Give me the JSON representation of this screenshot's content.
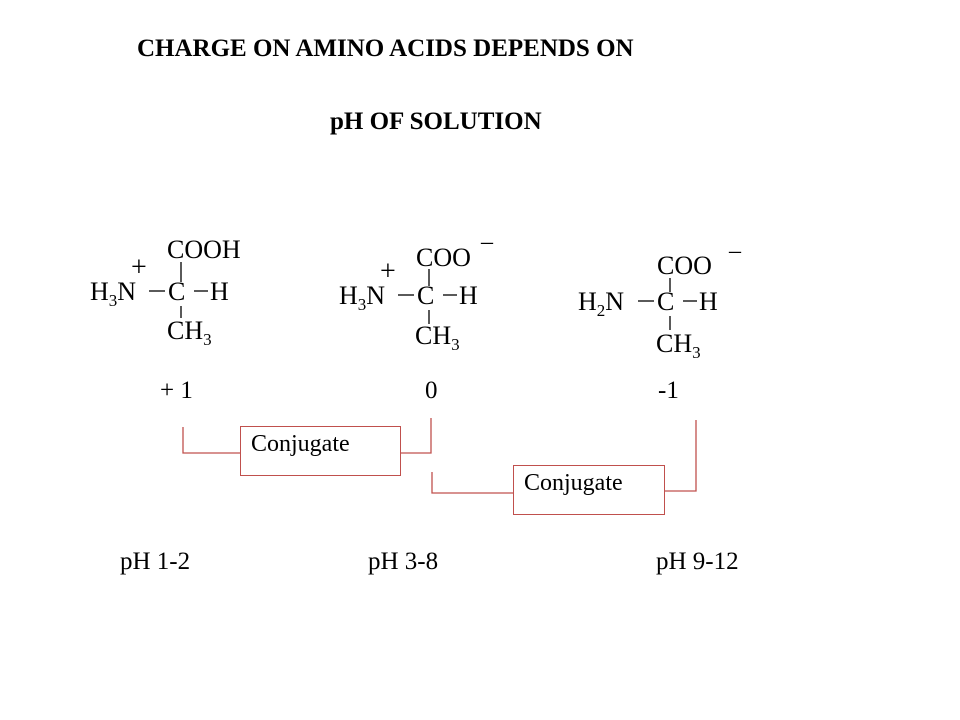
{
  "title": {
    "line1": "CHARGE ON AMINO ACIDS DEPENDS ON",
    "line2": "pH OF SOLUTION"
  },
  "structures": [
    {
      "top_group": "COOH",
      "amine_prefix": "H",
      "amine_sub": "3",
      "amine_atom": "N",
      "center": "C",
      "side_h": "H",
      "bottom_prefix": "CH",
      "bottom_sub": "3",
      "amine_charge": "+",
      "top_charge": "",
      "net_charge": "+ 1"
    },
    {
      "top_group": "COO",
      "amine_prefix": "H",
      "amine_sub": "3",
      "amine_atom": "N",
      "center": "C",
      "side_h": "H",
      "bottom_prefix": "CH",
      "bottom_sub": "3",
      "amine_charge": "+",
      "top_charge": "–",
      "net_charge": "0"
    },
    {
      "top_group": "COO",
      "amine_prefix": "H",
      "amine_sub": "2",
      "amine_atom": "N",
      "center": "C",
      "side_h": "H",
      "bottom_prefix": "CH",
      "bottom_sub": "3",
      "amine_charge": "",
      "top_charge": "–",
      "net_charge": "-1"
    }
  ],
  "conjugate_labels": [
    "Conjugate",
    "Conjugate"
  ],
  "ph_ranges": [
    "pH 1-2",
    "pH 3-8",
    "pH 9-12"
  ],
  "colors": {
    "connector": "#c0504d",
    "text": "#000000"
  }
}
